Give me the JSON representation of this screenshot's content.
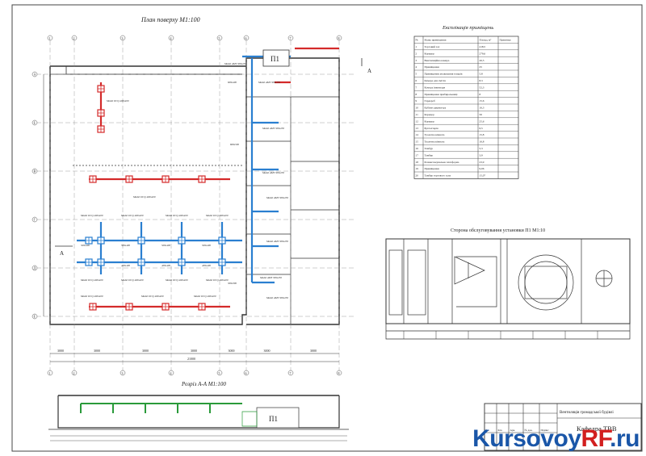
{
  "plan": {
    "title": "План поверху  М1:100",
    "unit_label": "П1",
    "section_mark": "А",
    "dim_total": "21000",
    "dim_spans": [
      "3000",
      "3000",
      "3000",
      "3000",
      "3000",
      "3000",
      "3000"
    ],
    "grid_numbers": [
      "1",
      "2",
      "3",
      "4",
      "5",
      "6",
      "7",
      "8"
    ],
    "grid_letters": [
      "А",
      "Б",
      "В",
      "Г",
      "Д",
      "Е"
    ],
    "dcq_labels": [
      "Model DCQ 400x400",
      "Model DCQ 225x225"
    ],
    "amt_labels": [
      "Model AMT 300x250",
      "Model AMT 300x300",
      "Model AMT 225x225"
    ],
    "duct_labels": [
      "600x400",
      "500x400",
      "400x400",
      "300x300",
      "800x500"
    ]
  },
  "explication": {
    "title": "Експлікація приміщень",
    "headers": [
      "№",
      "Назва приміщення",
      "Площа, м²",
      "Примітки"
    ],
    "rows": [
      [
        "1",
        "Торговий зал",
        "418,5",
        ""
      ],
      [
        "2",
        "Коридор",
        "279,6",
        ""
      ],
      [
        "3",
        "Вентиляційна камера",
        "26,5",
        ""
      ],
      [
        "4",
        "Приміщення",
        "25",
        ""
      ],
      [
        "5",
        "Приміщення упакування товарів",
        "5,8",
        ""
      ],
      [
        "6",
        "Камера для сміття",
        "8,3",
        ""
      ],
      [
        "7",
        "Комора інвентаря",
        "52,3",
        ""
      ],
      [
        "8",
        "Приміщення прибиральниці",
        "8",
        ""
      ],
      [
        "9",
        "Гардероб",
        "15,6",
        ""
      ],
      [
        "10",
        "Кабінет директора",
        "16,3",
        ""
      ],
      [
        "11",
        "Коридор",
        "56",
        ""
      ],
      [
        "12",
        "Коридор",
        "25,6",
        ""
      ],
      [
        "13",
        "Бухгалтерія",
        "6,5",
        ""
      ],
      [
        "14",
        "Туалетна кімната",
        "15,8",
        ""
      ],
      [
        "15",
        "Туалетна кімната",
        "16,8",
        ""
      ],
      [
        "16",
        "Тамбур",
        "5,3",
        ""
      ],
      [
        "17",
        "Тамбур",
        "3,9",
        ""
      ],
      [
        "18",
        "Розвантажувальна платформа",
        "23,9",
        ""
      ],
      [
        "19",
        "Приміщення",
        "9,06",
        ""
      ],
      [
        "20",
        "Тамбур торгового залу",
        "15,07",
        ""
      ]
    ]
  },
  "unit_view": {
    "title": "Сторона обслуговування установки П1 М1:10"
  },
  "section": {
    "title": "Розріз А-А  М1:100",
    "unit_label": "П1"
  },
  "stamp": {
    "org": "Кафедра ТВВ",
    "small_rows": [
      "Зм.",
      "Кіл.",
      "Арк.",
      "№ док.",
      "Підпис",
      "Дата"
    ],
    "doc_text": "Вентиляція громадської будівлі"
  },
  "watermark": {
    "part1": "Kursovoy",
    "part2": "RF",
    "part3": ".ru"
  },
  "colors": {
    "supply_duct": "#2a7fd0",
    "exhaust_duct": "#d42a2a",
    "section_duct": "#2a9a3a",
    "line": "#333333"
  }
}
